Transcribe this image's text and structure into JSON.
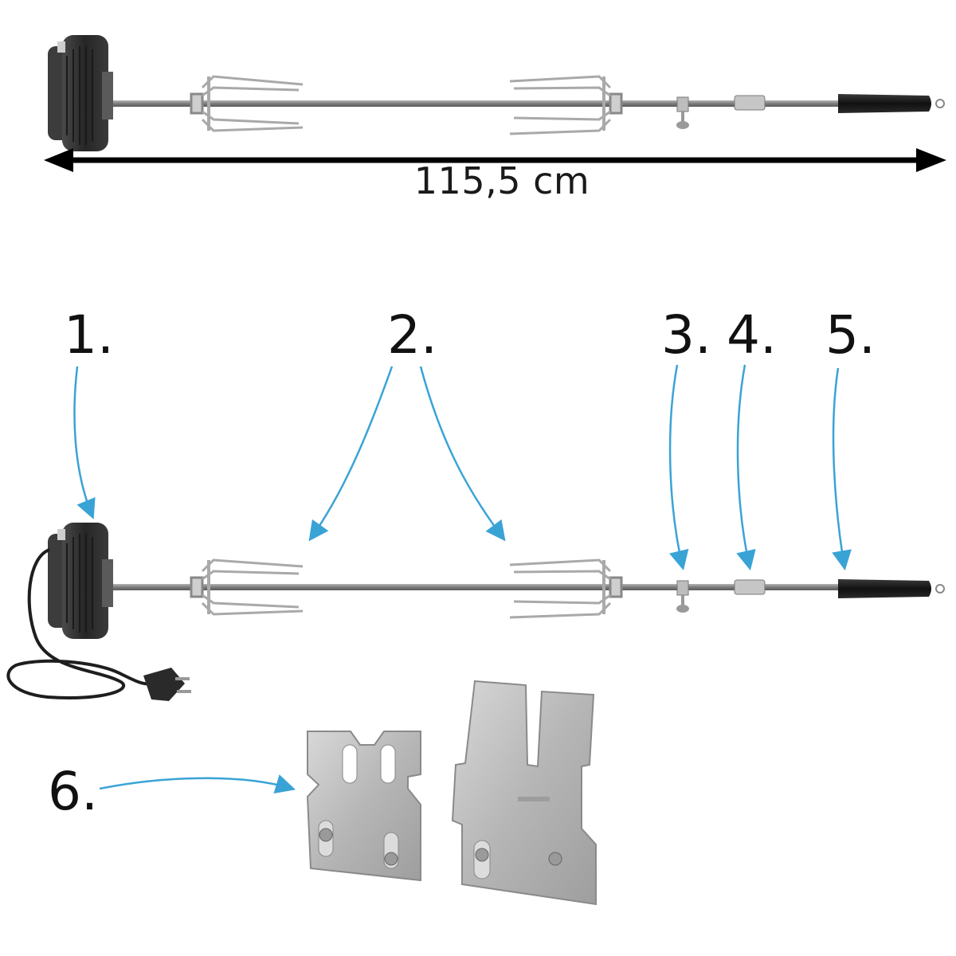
{
  "dimension": {
    "label": "115,5 cm"
  },
  "callouts": {
    "c1": "1.",
    "c2": "2.",
    "c3": "3.",
    "c4": "4.",
    "c5": "5.",
    "c6": "6."
  },
  "colors": {
    "arrow": "#3aa3d6",
    "rod": "#8a8a8a",
    "motor": "#2b2b2b",
    "chrome": "#c9c9c9",
    "plate": "#c4c4c4",
    "handle": "#1c1c1c"
  }
}
